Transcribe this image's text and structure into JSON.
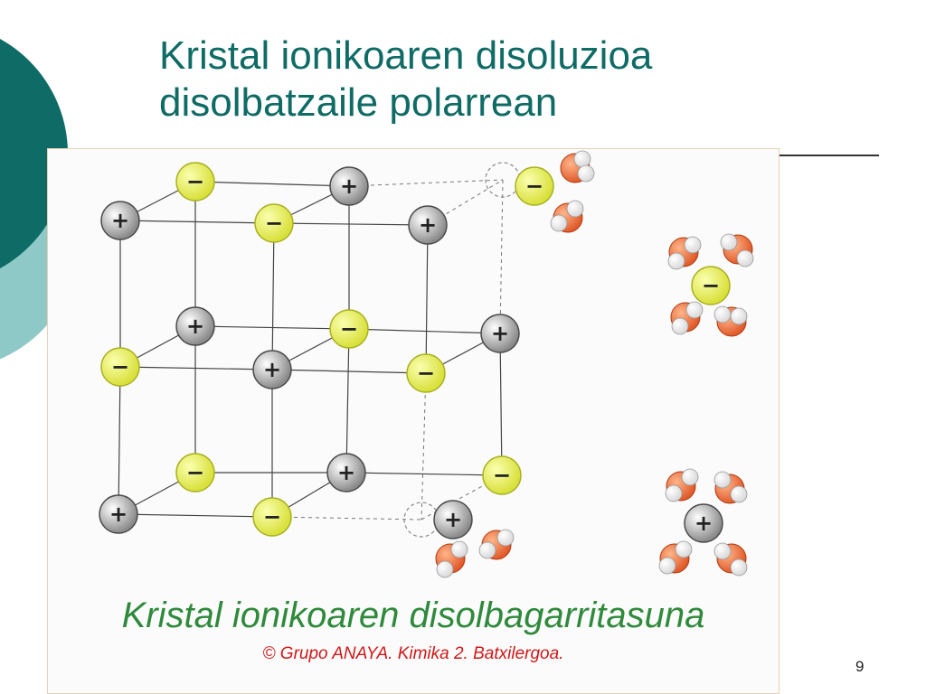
{
  "slide": {
    "title": [
      "Kristal ionikoaren disoluzioa",
      "disolbatzaile polarrean"
    ],
    "page_number": "9",
    "colors": {
      "title": "#0f6b65",
      "deco_dark": "#0f6b65",
      "deco_light": "#8ec9c8",
      "caption": "#2f8a3c",
      "credit": "#d01818"
    }
  },
  "figure": {
    "caption": "Kristal ionikoaren disolbagarritasuna",
    "credit": "© Grupo ANAYA. Kimika 2. Batxilergoa.",
    "cation_symbol": "+",
    "anion_symbol": "−",
    "cation_color": "#8a8a8a",
    "anion_color": "#d8e03a",
    "oxygen_color": "#e05a2a",
    "hydrogen_color": "#ffffff"
  }
}
